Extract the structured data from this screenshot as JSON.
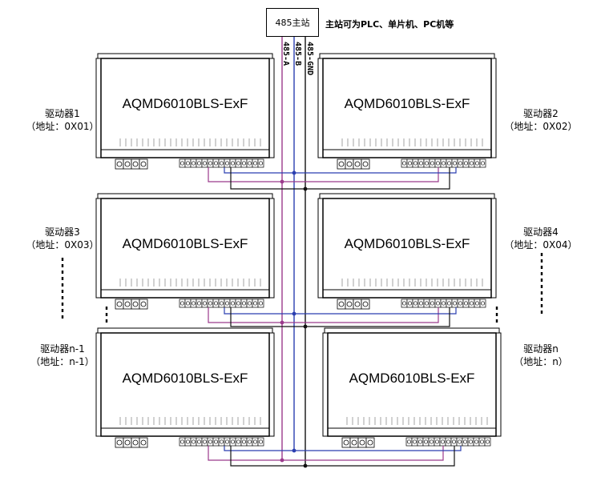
{
  "master": {
    "label": "485主站",
    "note": "主站可为PLC、单片机、PC机等"
  },
  "bus_lines": [
    {
      "label": "485-A",
      "color": "#9b3a8c"
    },
    {
      "label": "485-B",
      "color": "#2b3fb0"
    },
    {
      "label": "485-GND",
      "color": "#111111"
    }
  ],
  "device_model": "AQMD6010BLS-ExF",
  "devices": [
    {
      "name": "驱动器1",
      "address": "（地址：0X01）"
    },
    {
      "name": "驱动器2",
      "address": "（地址：0X02）"
    },
    {
      "name": "驱动器3",
      "address": "（地址：0X03）"
    },
    {
      "name": "驱动器4",
      "address": "（地址：0X04）"
    },
    {
      "name": "驱动器n-1",
      "address": "（地址：n-1）"
    },
    {
      "name": "驱动器n",
      "address": "（地址：n）"
    }
  ],
  "colors": {
    "line_a": "#9b3a8c",
    "line_b": "#2b3fb0",
    "line_gnd": "#111111",
    "outline": "#000000"
  }
}
